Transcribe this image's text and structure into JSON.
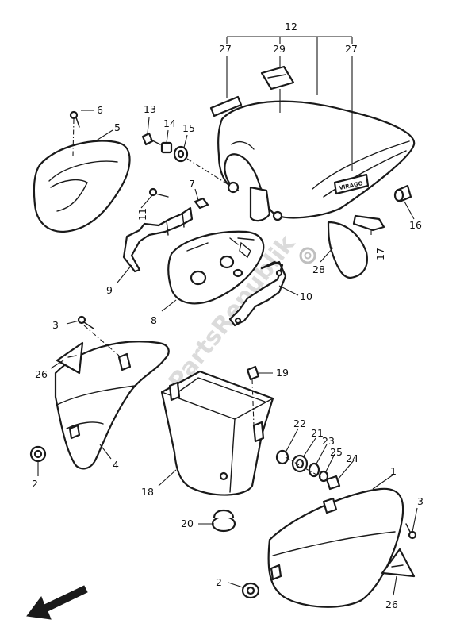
{
  "diagram": {
    "watermark": "PartsRepublik",
    "emblem_text": "VIRAGO",
    "callouts": {
      "c1": "1",
      "c2a": "2",
      "c2b": "2",
      "c3a": "3",
      "c3b": "3",
      "c4": "4",
      "c5": "5",
      "c6": "6",
      "c7": "7",
      "c8": "8",
      "c9": "9",
      "c10": "10",
      "c11": "11",
      "c12": "12",
      "c13": "13",
      "c14": "14",
      "c15": "15",
      "c16": "16",
      "c17": "17",
      "c18": "18",
      "c19": "19",
      "c20": "20",
      "c21": "21",
      "c22": "22",
      "c23": "23",
      "c24": "24",
      "c25": "25",
      "c26a": "26",
      "c26b": "26",
      "c27a": "27",
      "c27b": "27",
      "c28": "28",
      "c29": "29"
    },
    "colors": {
      "ink": "#1a1a1a",
      "paper": "#ffffff",
      "watermark": "#bfbfbf"
    }
  }
}
